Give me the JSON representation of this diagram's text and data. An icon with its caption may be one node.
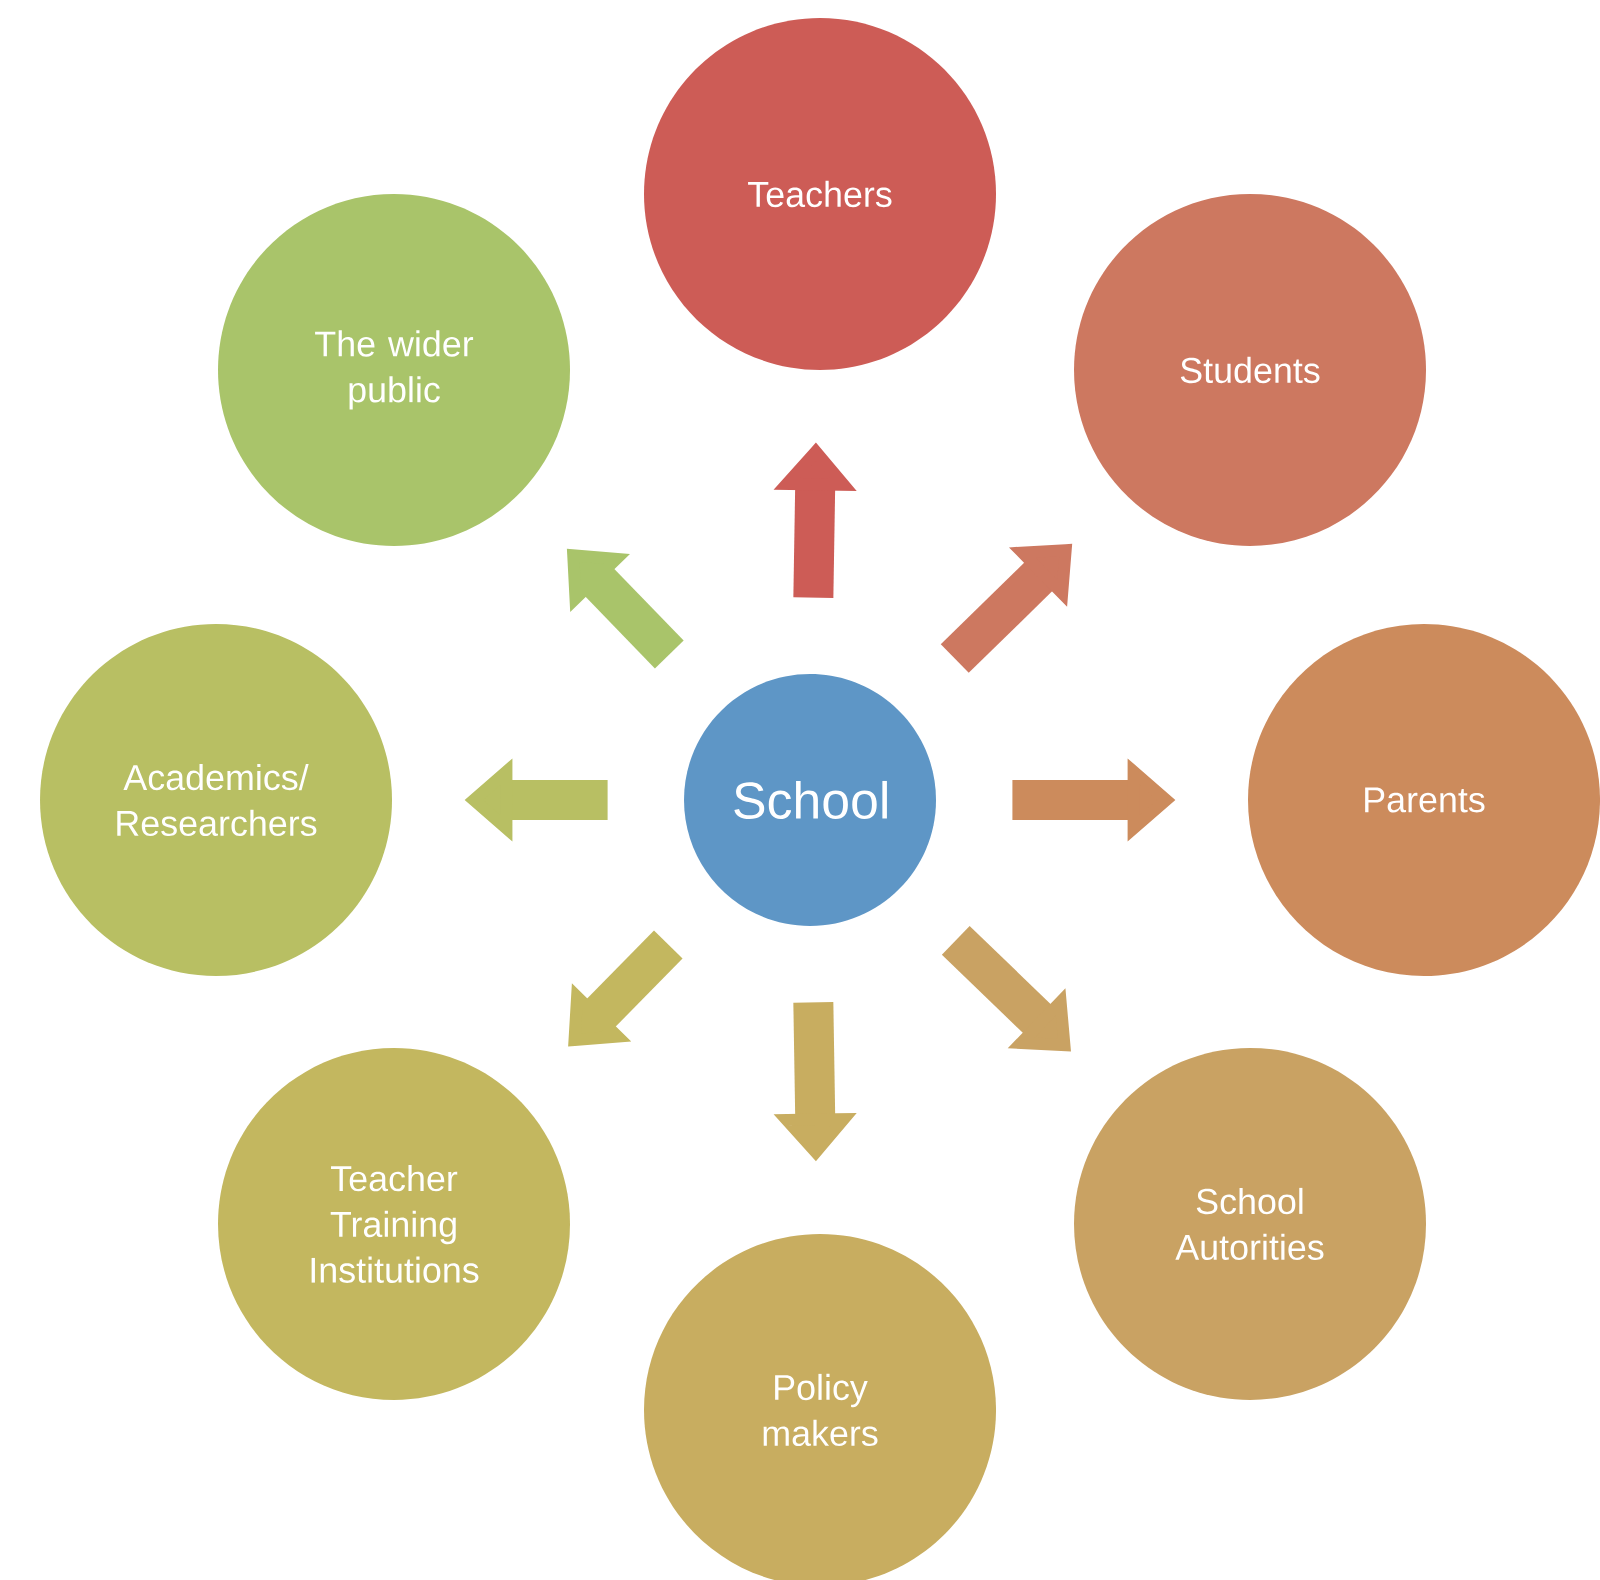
{
  "diagram": {
    "nodes": [
      {
        "text": [
          "School"
        ]
      },
      {
        "text": [
          "Teachers"
        ]
      },
      {
        "text": [
          "Students"
        ]
      },
      {
        "text": [
          "Parents"
        ]
      },
      {
        "text": [
          "School Autorities"
        ]
      },
      {
        "text": [
          "Policy makers"
        ]
      },
      {
        "text": [
          "Teacher Training Institutions"
        ]
      },
      {
        "text": [
          "Academics/ Researchers"
        ]
      },
      {
        "text": [
          "The wider public"
        ]
      }
    ],
    "edges": [
      {
        "from": 0,
        "to": 1,
        "arrow": "to",
        "color": "#cd5c56"
      },
      {
        "from": 0,
        "to": 2,
        "arrow": "to",
        "color": "#cd7860"
      },
      {
        "from": 0,
        "to": 3,
        "arrow": "to",
        "color": "#cc8b5c"
      },
      {
        "from": 0,
        "to": 4,
        "arrow": "to",
        "color": "#c9a263"
      },
      {
        "from": 0,
        "to": 5,
        "arrow": "to",
        "color": "#c8ad60"
      },
      {
        "from": 0,
        "to": 6,
        "arrow": "to",
        "color": "#c3b75f"
      },
      {
        "from": 0,
        "to": 7,
        "arrow": "to",
        "color": "#b8bf63"
      },
      {
        "from": 0,
        "to": 8,
        "arrow": "to",
        "color": "#a9c46a"
      }
    ]
  }
}
